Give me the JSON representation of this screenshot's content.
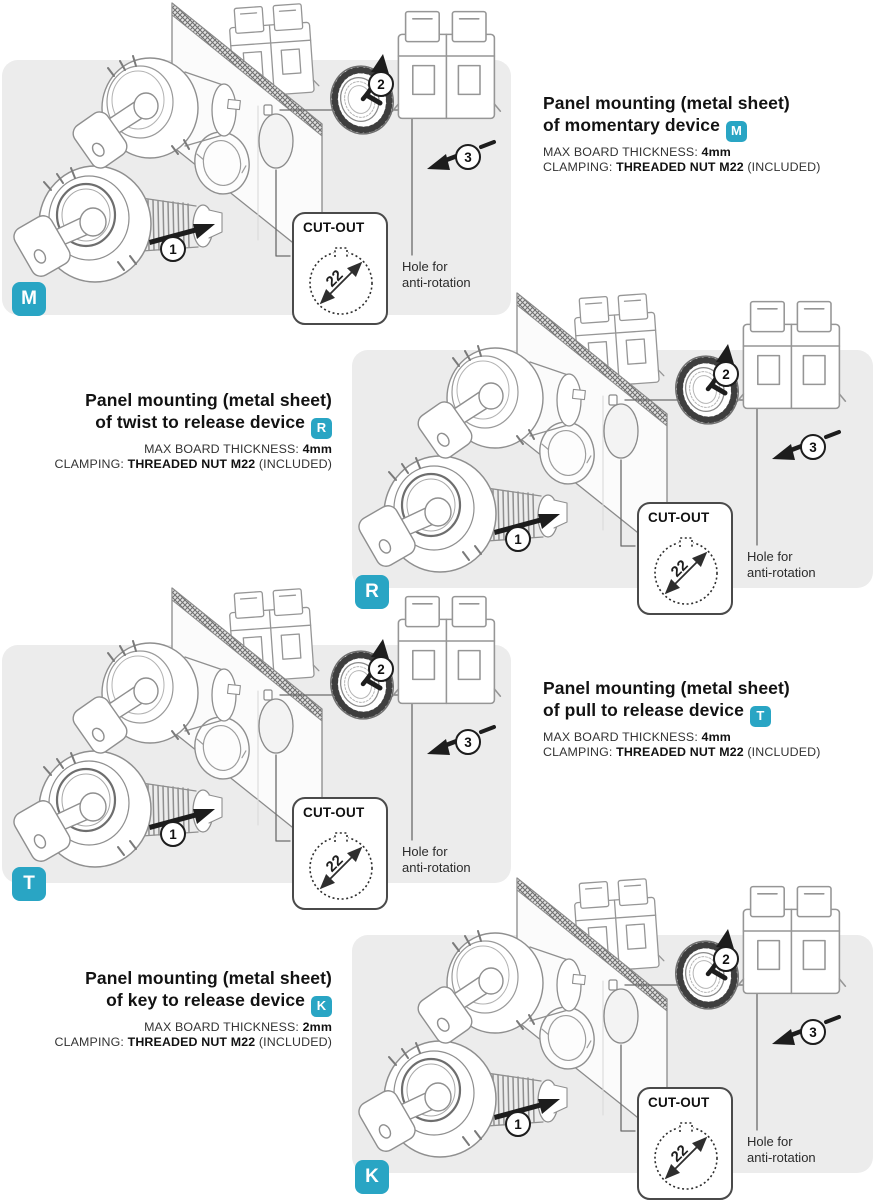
{
  "accent_color": "#29a5c4",
  "section_bg_color": "#ececec",
  "sections": [
    {
      "id": "momentary",
      "badge": "M",
      "title_line1": "Panel mounting (metal sheet)",
      "title_line2": "of momentary device",
      "spec1_label": "MAX BOARD THICKNESS:",
      "spec1_value": "4mm",
      "spec2_label": "CLAMPING:",
      "spec2_value": "THREADED NUT M22",
      "spec2_suffix": "(INCLUDED)",
      "cutout_title": "CUT-OUT",
      "cutout_diameter": "22",
      "hole_label_line1": "Hole for",
      "hole_label_line2": "anti-rotation",
      "step1": "1",
      "step2": "2",
      "step3": "3"
    },
    {
      "id": "twist-to-release",
      "badge": "R",
      "title_line1": "Panel mounting (metal sheet)",
      "title_line2": "of twist to release device",
      "spec1_label": "MAX BOARD THICKNESS:",
      "spec1_value": "4mm",
      "spec2_label": "CLAMPING:",
      "spec2_value": "THREADED NUT M22",
      "spec2_suffix": "(INCLUDED)",
      "cutout_title": "CUT-OUT",
      "cutout_diameter": "22",
      "hole_label_line1": "Hole for",
      "hole_label_line2": "anti-rotation",
      "step1": "1",
      "step2": "2",
      "step3": "3"
    },
    {
      "id": "pull-to-release",
      "badge": "T",
      "title_line1": "Panel mounting (metal sheet)",
      "title_line2": "of pull to release device",
      "spec1_label": "MAX BOARD THICKNESS:",
      "spec1_value": "4mm",
      "spec2_label": "CLAMPING:",
      "spec2_value": "THREADED NUT M22",
      "spec2_suffix": "(INCLUDED)",
      "cutout_title": "CUT-OUT",
      "cutout_diameter": "22",
      "hole_label_line1": "Hole for",
      "hole_label_line2": "anti-rotation",
      "step1": "1",
      "step2": "2",
      "step3": "3"
    },
    {
      "id": "key-to-release",
      "badge": "K",
      "title_line1": "Panel mounting (metal sheet)",
      "title_line2": "of key to release device",
      "spec1_label": "MAX BOARD THICKNESS:",
      "spec1_value": "2mm",
      "spec2_label": "CLAMPING:",
      "spec2_value": "THREADED NUT M22",
      "spec2_suffix": "(INCLUDED)",
      "cutout_title": "CUT-OUT",
      "cutout_diameter": "22",
      "hole_label_line1": "Hole for",
      "hole_label_line2": "anti-rotation",
      "step1": "1",
      "step2": "2",
      "step3": "3"
    }
  ]
}
